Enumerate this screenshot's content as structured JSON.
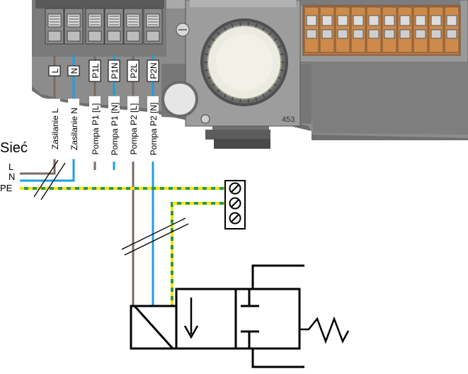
{
  "terminals": {
    "labels": [
      "L",
      "N",
      "P1L",
      "P1N",
      "P2L",
      "P2N"
    ]
  },
  "wire_labels": [
    "Zasilanie L",
    "Zasilanie N",
    "Pompa P1 [L]",
    "Pompa P1 [N]",
    "Pompa P2 [L]",
    "Pompa P2 [N]"
  ],
  "mains": {
    "title": "Sieć",
    "lines": [
      "L",
      "N",
      "PE"
    ]
  },
  "board_markings": {
    "model_code": "453"
  },
  "colors": {
    "brown_wire": "#7a6a60",
    "blue_wire": "#1e9ee0",
    "pe_green": "#2e9a3a",
    "pe_yellow": "#f2e600",
    "board_gray": "#8c8c8c",
    "orange_terminals": "#cd8a4b"
  }
}
